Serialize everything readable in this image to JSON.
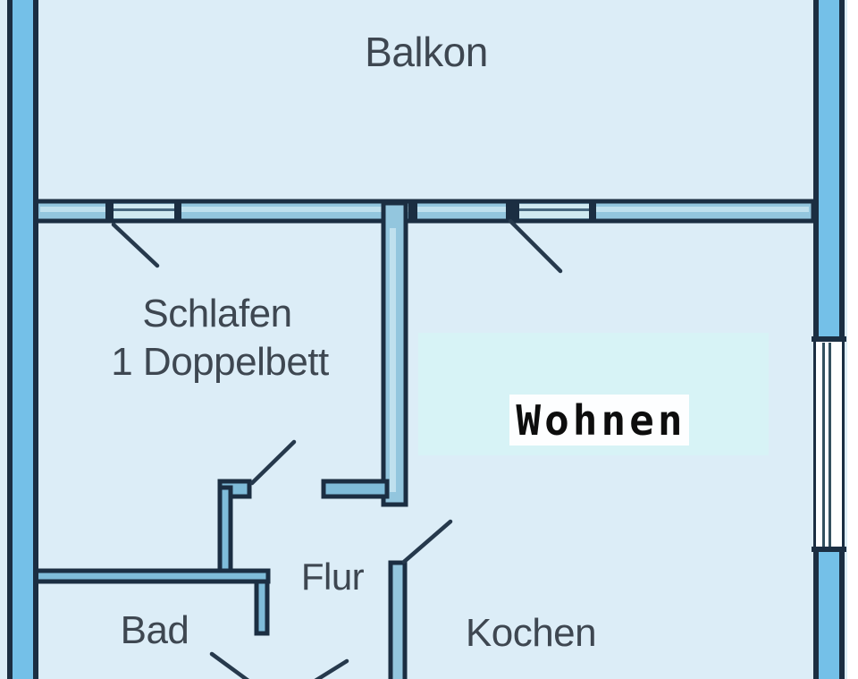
{
  "rooms": {
    "balkon": {
      "label": "Balkon"
    },
    "schlafen": {
      "label": "Schlafen",
      "sublabel": "1 Doppelbett"
    },
    "wohnen": {
      "label": "Wohnen"
    },
    "flur": {
      "label": "Flur"
    },
    "bad": {
      "label": "Bad"
    },
    "kochen": {
      "label": "Kochen"
    }
  },
  "colors": {
    "bg": "#dcedf7",
    "margin": "#ffffff",
    "panel": "#d7f3f6",
    "label_box": "#fdfeff",
    "wall_outer": "#74c0e8",
    "wall_muted": "#93c6de",
    "wall_strong": "#7fbcd9",
    "sheen": "#bfe0ee",
    "threshold": "#cfe9f1",
    "threshold_line": "#47677e",
    "window_white": "#fdfeff",
    "line": "#1b2e42",
    "line_soft": "#33505f",
    "leaf": "#26394c",
    "text": "#3e4751",
    "wohnen_text": "#0d0d0d"
  }
}
